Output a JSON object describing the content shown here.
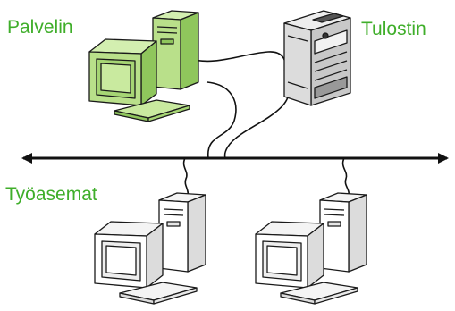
{
  "labels": {
    "server": "Palvelin",
    "printer": "Tulostin",
    "workstations": "Työasemat"
  },
  "colors": {
    "label_green": "#3fae2a",
    "server_fill": "#b9e08a",
    "server_fill_dark": "#8fc65c",
    "workstation_fill": "#ffffff",
    "outline": "#1a1a1a",
    "network_line": "#111111"
  }
}
